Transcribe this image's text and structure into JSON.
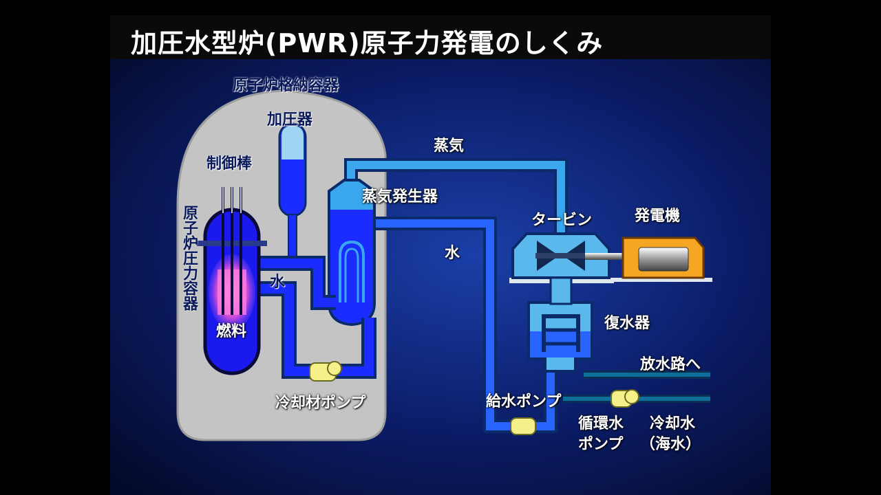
{
  "title": "加圧水型炉(PWR)原子力発電のしくみ",
  "labels": {
    "containment": "原子炉格納容器",
    "pressurizer": "加圧器",
    "control_rods": "制御棒",
    "pressure_vessel": "原子炉圧力容器",
    "fuel": "燃料",
    "water_primary": "水",
    "coolant_pump": "冷却材ポンプ",
    "steam": "蒸気",
    "steam_generator": "蒸気発生器",
    "water_secondary": "水",
    "turbine": "タービン",
    "generator": "発電機",
    "condenser": "復水器",
    "to_discharge": "放水路へ",
    "feed_pump": "給水ポンプ",
    "circ_pump_line1": "循環水",
    "circ_pump_line2": "ポンプ",
    "cooling_water_line1": "冷却水",
    "cooling_water_line2": "（海水）"
  },
  "colors": {
    "background": "#050d3a",
    "containment": "#b9b9b9",
    "primary_water": "#1a2cff",
    "steam_pipe": "#3aa6ee",
    "condenser": "#5ab8ec",
    "generator": "#f5a623",
    "pump": "#f6f08a",
    "fuel_glow": "#ff77d8",
    "cooling_line": "#0f6f9a"
  }
}
